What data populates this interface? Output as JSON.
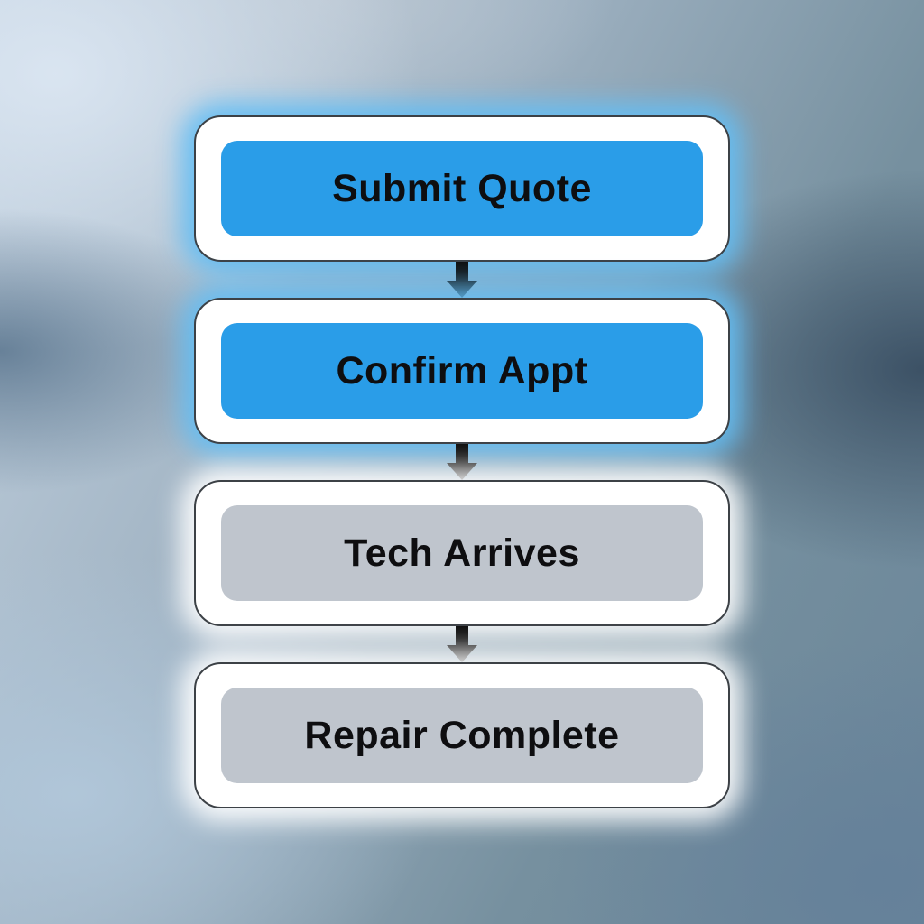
{
  "diagram": {
    "type": "flowchart",
    "direction": "top-down",
    "nodes": [
      {
        "id": "submit-quote",
        "label": "Submit Quote",
        "fill": "#2a9de8",
        "glow": "rgba(100,190,243,0.95)"
      },
      {
        "id": "confirm-appt",
        "label": "Confirm Appt",
        "fill": "#2a9de8",
        "glow": "rgba(100,190,243,0.95)"
      },
      {
        "id": "tech-arrives",
        "label": "Tech Arrives",
        "fill": "#bfc5cd",
        "glow": "rgba(255,255,255,0.95)"
      },
      {
        "id": "repair-complete",
        "label": "Repair Complete",
        "fill": "#bfc5cd",
        "glow": "rgba(255,255,255,0.95)"
      }
    ],
    "edges": [
      {
        "from": "submit-quote",
        "to": "confirm-appt"
      },
      {
        "from": "confirm-appt",
        "to": "tech-arrives"
      },
      {
        "from": "tech-arrives",
        "to": "repair-complete"
      }
    ],
    "colors": {
      "node_border": "#3c4146",
      "node_ring": "#ffffff",
      "active_fill": "#2a9de8",
      "inactive_fill": "#bfc5cd",
      "label_text": "#0e0e10",
      "arrow": "#0d0d0d"
    }
  }
}
